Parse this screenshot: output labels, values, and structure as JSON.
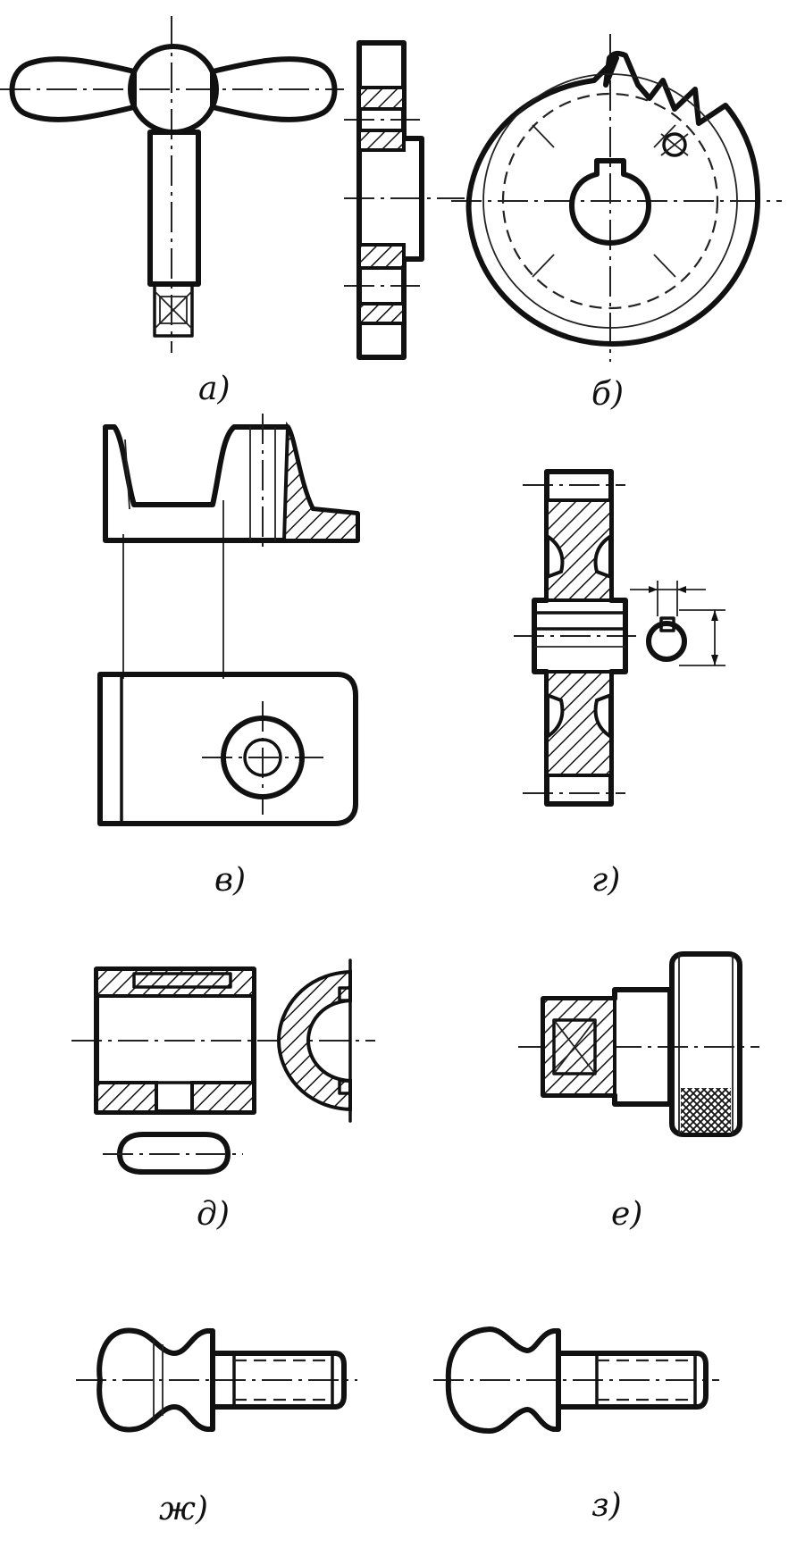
{
  "figures": [
    {
      "id": "a",
      "label": "а)"
    },
    {
      "id": "b",
      "label": "б)"
    },
    {
      "id": "v",
      "label": "в)"
    },
    {
      "id": "g",
      "label": "г)"
    },
    {
      "id": "d",
      "label": "д)"
    },
    {
      "id": "e",
      "label": "е)"
    },
    {
      "id": "zh",
      "label": "ж)"
    },
    {
      "id": "z",
      "label": "з)"
    }
  ]
}
